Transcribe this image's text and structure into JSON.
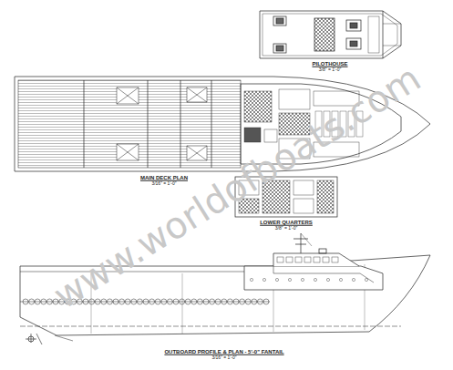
{
  "diagram": {
    "labels": [
      "PILOTHOUSE",
      "3/8\" = 1'-0\"",
      "MAIN DECK PLAN",
      "3/16\" = 1'-0\"",
      "LOWER QUARTERS",
      "3/8\" = 1'-0\"",
      "OUTBOARD PROFILE & PLAN - 5'-0\" FANTAIL",
      "3/16\" = 1'-0\"",
      "www.worldofboats.com"
    ]
  }
}
